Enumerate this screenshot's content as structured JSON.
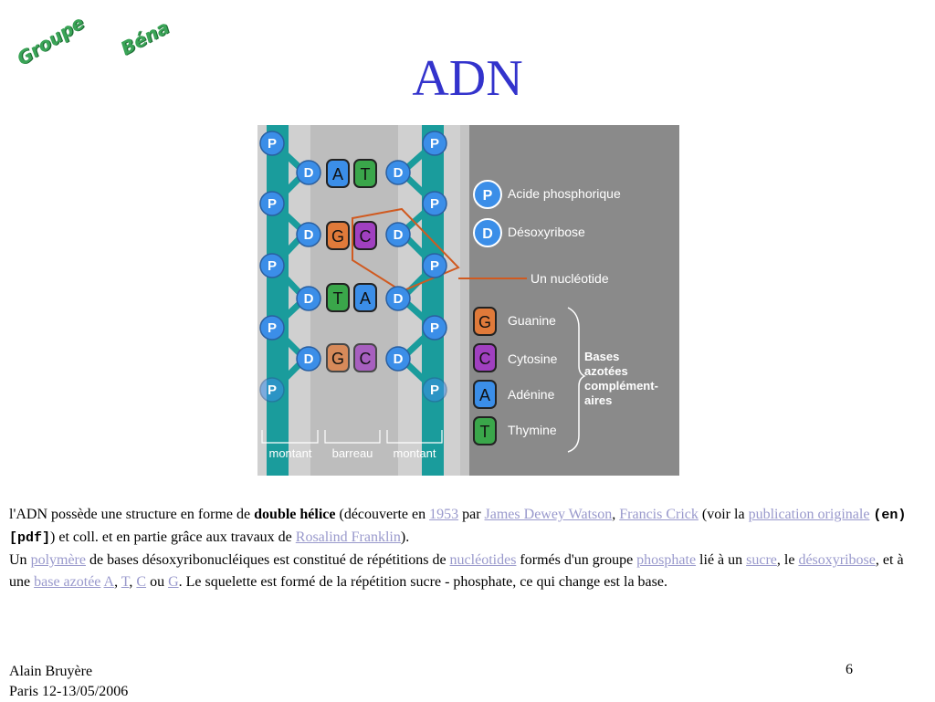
{
  "logo": {
    "word1": "Groupe",
    "word2": "Béna"
  },
  "title": "ADN",
  "figure": {
    "nucleotide_letters": {
      "phosphate": "P",
      "desoxyribose": "D",
      "guanine": "G",
      "cytosine": "C",
      "adenine": "A",
      "thymine": "T"
    },
    "pairs": [
      {
        "left": "A",
        "right": "T"
      },
      {
        "left": "G",
        "right": "C"
      },
      {
        "left": "T",
        "right": "A"
      },
      {
        "left": "G",
        "right": "C"
      }
    ],
    "legend": {
      "phosphate": "Acide phosphorique",
      "desoxyribose": "Désoxyribose",
      "nucleotide": "Un nucléotide",
      "guanine": "Guanine",
      "cytosine": "Cytosine",
      "adenine": "Adénine",
      "thymine": "Thymine",
      "bases_label_lines": [
        "Bases",
        "azotées",
        "complément-",
        "aires"
      ]
    },
    "bottom_labels": {
      "left": "montant",
      "middle": "barreau",
      "right": "montant"
    },
    "colors": {
      "background": "#8a8a8a",
      "rail": "#1a9c9c",
      "phosphate": "#3b8ee8",
      "guanine": "#e07a3a",
      "cytosine": "#a040c0",
      "adenine": "#3b8ee8",
      "thymine": "#3aa64a",
      "highlight": "#d05a20"
    }
  },
  "body": {
    "p1": {
      "t1": "l'ADN possède une structure en forme de ",
      "bold": "double hélice",
      "t2": " (découverte en ",
      "year": "1953",
      "t3": " par ",
      "watson": "James Dewey Watson",
      "t4": ", ",
      "crick": "Francis Crick",
      "t5": " (voir la ",
      "publication": "publication originale",
      "t6": " ",
      "en_pdf": "(en)[pdf]",
      "t7": ") et coll. et en partie grâce aux travaux de ",
      "franklin": "Rosalind Franklin",
      "t8": ")."
    },
    "p2": {
      "t1": "Un ",
      "polymere": "polymère",
      "t2": " de bases désoxyribonucléiques est constitué de répétitions de ",
      "nucleotides": "nucléotides",
      "t3": " formés d'un groupe ",
      "phosphate": "phosphate",
      "t4": " lié à un ",
      "sucre": "sucre",
      "t5": ", le ",
      "desoxyribose": "désoxyribose",
      "t6": ", et à une ",
      "base_azotee": "base azotée",
      "t7": " ",
      "a": "A",
      "t8": ", ",
      "t": "T",
      "t9": ", ",
      "c": "C",
      "t10": " ou ",
      "g": "G",
      "t11": ". Le squelette est formé de la répétition sucre - phosphate, ce qui change est la base."
    }
  },
  "footer": {
    "author": "Alain Bruyère",
    "place_date": "Paris 12-13/05/2006",
    "page": "6"
  }
}
